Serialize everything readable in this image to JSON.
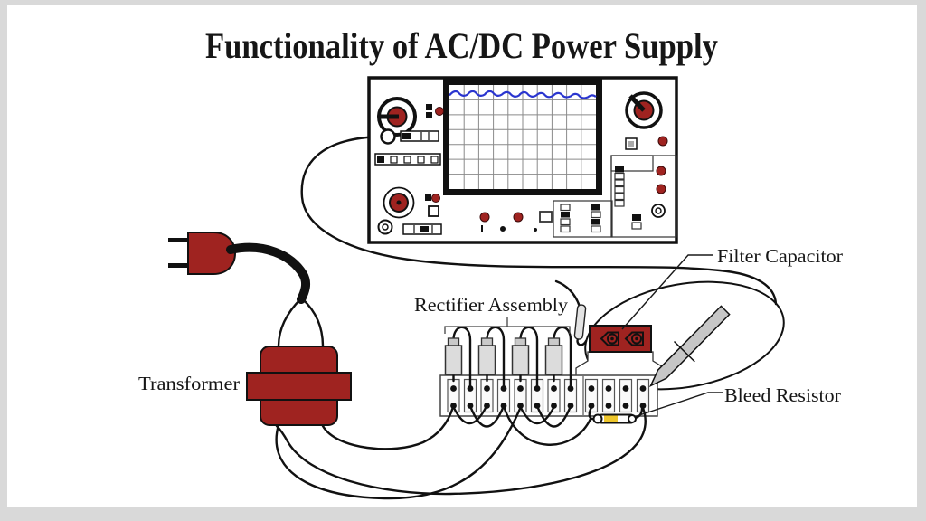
{
  "title": "Functionality of AC/DC Power Supply",
  "labels": {
    "transformer": "Transformer",
    "rectifier_assembly": "Rectifier Assembly",
    "filter_capacitor": "Filter Capacitor",
    "bleed_resistor": "Bleed Resistor"
  },
  "colors": {
    "component_red": "#9f2320",
    "outline_black": "#111111",
    "waveform_blue": "#2a35cf",
    "resistor_band_yellow": "#eec62b",
    "frame_gray": "#d9d9d9",
    "canvas_white": "#ffffff"
  },
  "illustration": {
    "device": "oscilloscope",
    "screen_trace": "dc-output-with-ripple",
    "parts": [
      "power-plug",
      "power-cord",
      "transformer",
      "rectifier-diodes",
      "terminal-strip",
      "filter-capacitor",
      "test-probe",
      "bleed-resistor"
    ]
  }
}
